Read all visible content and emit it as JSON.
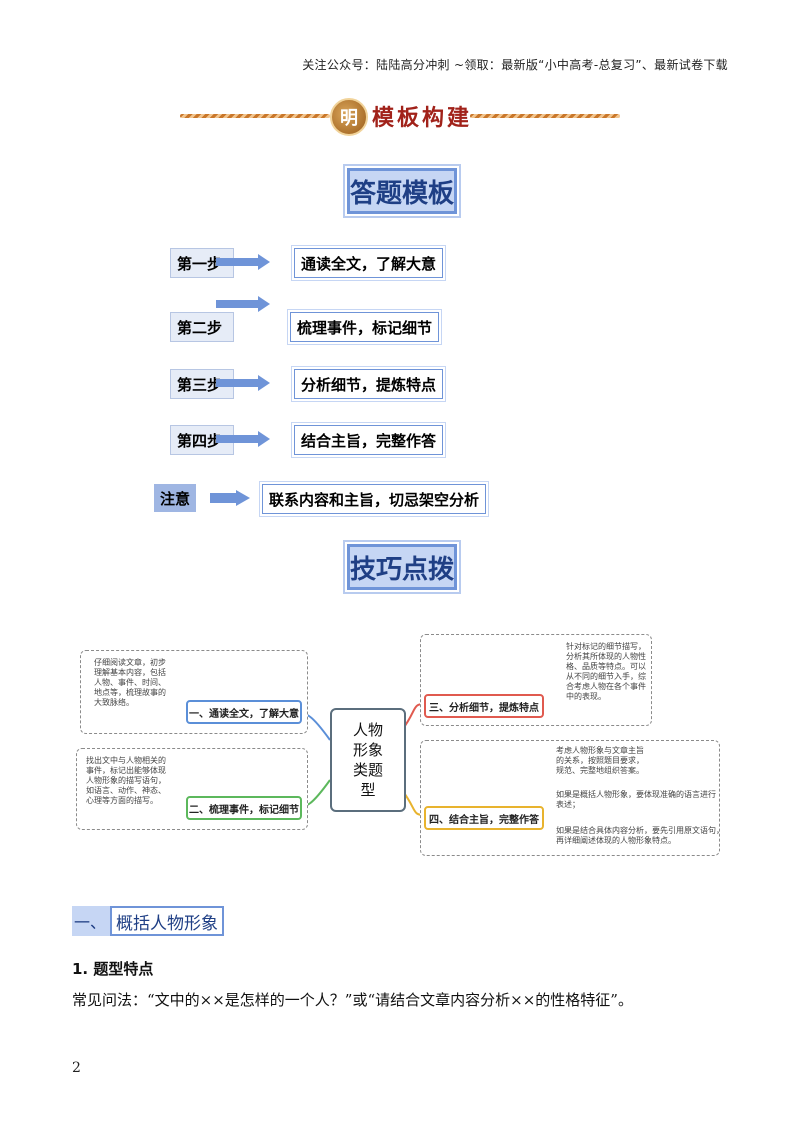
{
  "header": {
    "note": "关注公众号：陆陆高分冲刺 ~领取：最新版“小中高考-总复习”、最新试卷下载"
  },
  "banner": {
    "seal": "明",
    "title": "模板构建"
  },
  "template_section": {
    "title": "答题模板",
    "steps": [
      {
        "label": "第一步",
        "text": "通读全文，了解大意"
      },
      {
        "label": "第二步",
        "text": "梳理事件，标记细节"
      },
      {
        "label": "第三步",
        "text": "分析细节，提炼特点"
      },
      {
        "label": "第四步",
        "text": "结合主旨，完整作答"
      }
    ],
    "note": {
      "label": "注意",
      "text": "联系内容和主旨，切忌架空分析"
    }
  },
  "tips_section": {
    "title": "技巧点拨"
  },
  "mindmap": {
    "center": [
      "人物",
      "形象",
      "类题",
      "型"
    ],
    "branches": [
      {
        "label": "一、通读全文，了解大意",
        "color": "#5b8fd8",
        "detail": [
          "仔细阅读文章，初步",
          "理解基本内容，包括",
          "人物、事件、时间、",
          "地点等，梳理故事的",
          "大致脉络。"
        ]
      },
      {
        "label": "二、梳理事件，标记细节",
        "color": "#5cb85c",
        "detail": [
          "找出文中与人物相关的",
          "事件，标记出能够体现",
          "人物形象的描写语句，",
          "如语言、动作、神态、",
          "心理等方面的描写。"
        ]
      },
      {
        "label": "三、分析细节，提炼特点",
        "color": "#e05a4f",
        "detail": [
          "针对标记的细节描写，",
          "分析其所体现的人物性",
          "格、品质等特点。可以",
          "从不同的细节入手，综",
          "合考虑人物在各个事件",
          "中的表现。"
        ]
      },
      {
        "label": "四、结合主旨，完整作答",
        "color": "#e8b32e",
        "detail": [
          "考虑人物形象与文章主旨",
          "的关系，按照题目要求，",
          "规范、完整地组织答案。",
          "如果是概括人物形象，要体现准确的语言进行",
          "表述；",
          "如果是结合具体内容分析，要先引用原文语句，",
          "再详细阐述体现的人物形象特点。"
        ]
      }
    ]
  },
  "section_one": {
    "number": "一、",
    "title": "概括人物形象",
    "sub_heading": "1. 题型特点",
    "paragraph": "常见问法：“文中的××是怎样的一个人？”或“请结合文章内容分析××的性格特征”。"
  },
  "page": {
    "number": "2"
  },
  "colors": {
    "accent": "#6f94d8",
    "accent_light": "#c6d6f4",
    "banner_red": "#a1221a"
  }
}
